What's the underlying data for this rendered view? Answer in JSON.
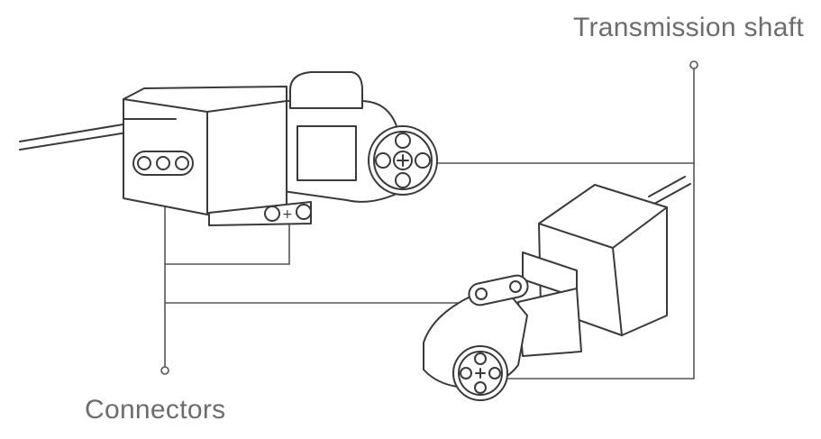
{
  "labels": {
    "transmission_shaft": "Transmission shaft",
    "connectors": "Connectors"
  },
  "colors": {
    "outline": "#3a3a3a",
    "callout_line": "#555555",
    "label_text": "#6d6d6d",
    "fill": "#ffffff"
  },
  "icons": {
    "motor_top": "servo-motor-with-cable",
    "motor_bottom": "servo-motor-with-rotating-arm",
    "shaft_hub": "cross-axle-hub"
  }
}
